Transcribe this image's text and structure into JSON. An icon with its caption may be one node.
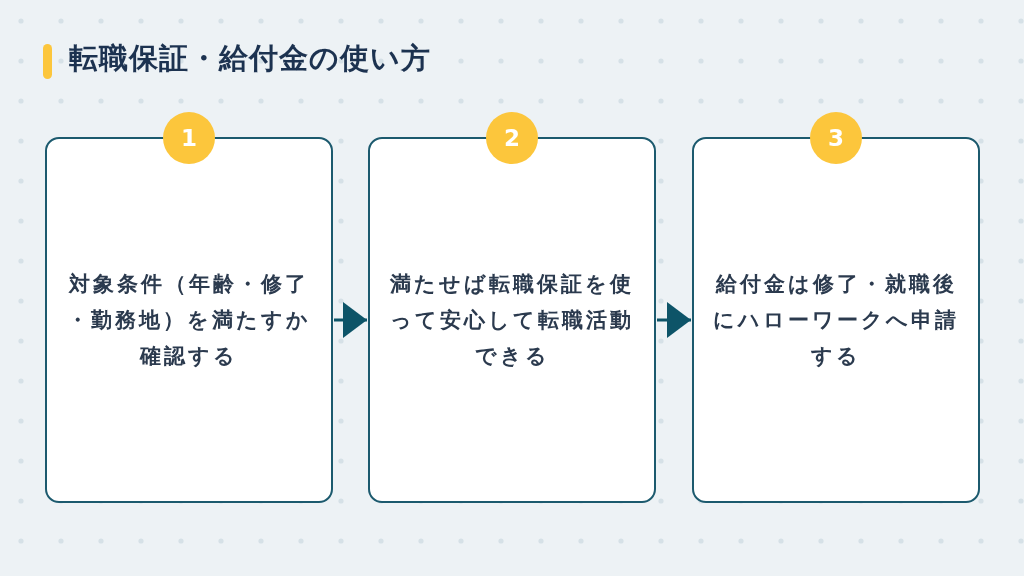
{
  "diagram": {
    "title": "転職保証・給付金の使い方",
    "nodes": [
      {
        "text": [
          "1",
          "対象条件（年齢・修了・勤務地）を満たすか確認する"
        ]
      },
      {
        "text": [
          "2",
          "満たせば転職保証を使って安心して転職活動できる"
        ]
      },
      {
        "text": [
          "3",
          "給付金は修了・就職後にハローワークへ申請する"
        ]
      }
    ],
    "edges": [
      {
        "from": 0,
        "to": 1,
        "arrow": "to"
      },
      {
        "from": 1,
        "to": 2,
        "arrow": "to"
      }
    ]
  }
}
